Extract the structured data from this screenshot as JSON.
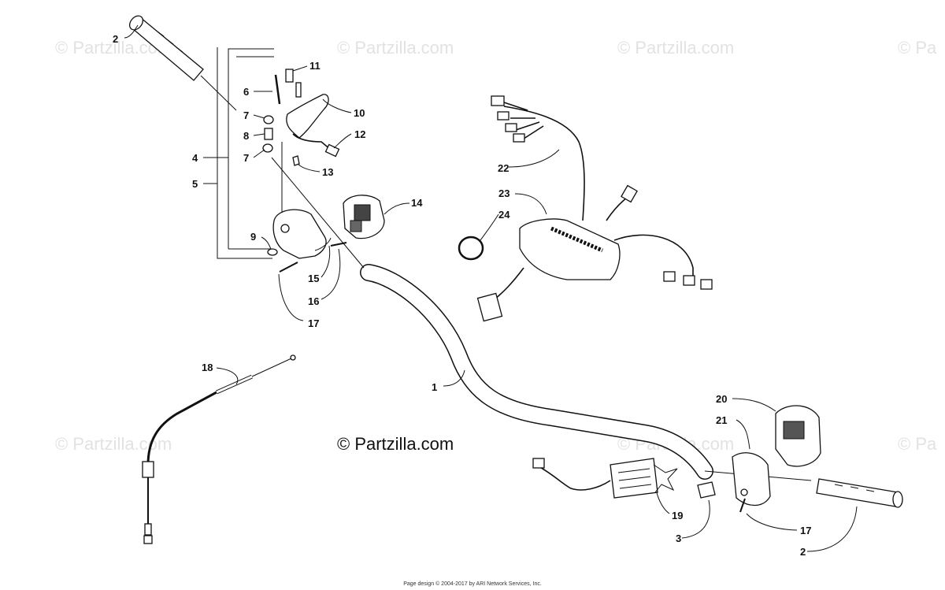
{
  "watermarks": {
    "text": "© Partzilla.com",
    "edge_text": "© Pa"
  },
  "center_watermark": "© Partzilla.com",
  "footer": "Page design © 2004-2017 by ARI Network Services, Inc.",
  "callouts": {
    "c1": "1",
    "c2a": "2",
    "c2b": "2",
    "c3": "3",
    "c4": "4",
    "c5": "5",
    "c6": "6",
    "c7a": "7",
    "c7b": "7",
    "c8": "8",
    "c9": "9",
    "c10": "10",
    "c11": "11",
    "c12": "12",
    "c13": "13",
    "c14": "14",
    "c15": "15",
    "c16": "16",
    "c17a": "17",
    "c17b": "17",
    "c18": "18",
    "c19": "19",
    "c20": "20",
    "c21": "21",
    "c22": "22",
    "c23": "23",
    "c24": "24"
  },
  "colors": {
    "ink": "#111111",
    "watermark": "#e2e2e2"
  }
}
